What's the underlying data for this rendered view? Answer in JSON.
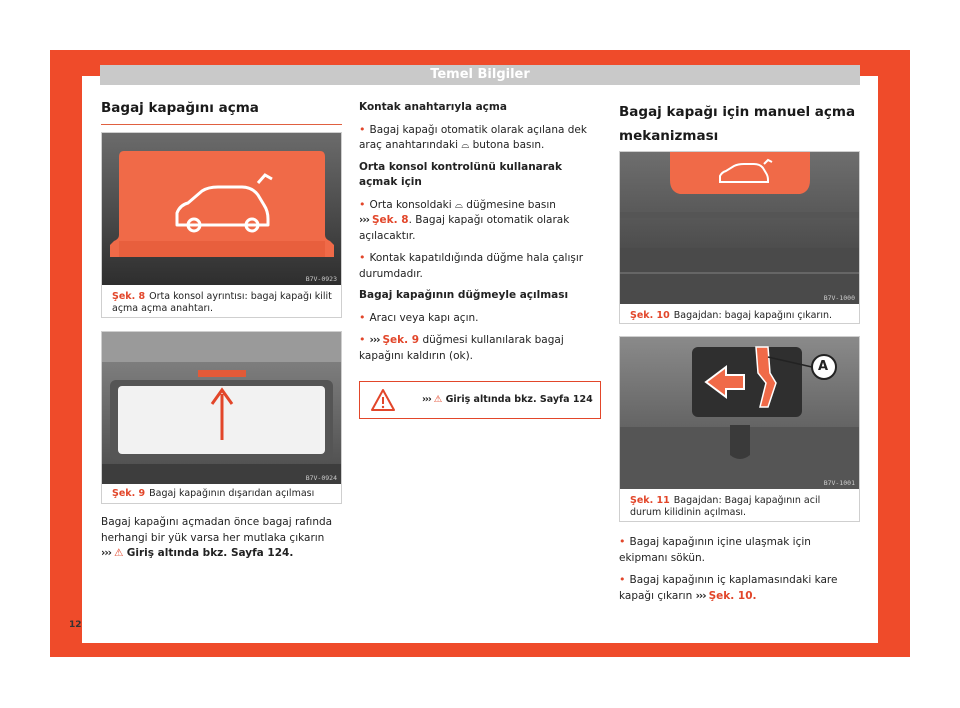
{
  "header": {
    "title": "Temel Bilgiler"
  },
  "page_number": "12",
  "col1": {
    "title": "Bagaj kapağını açma",
    "fig8": {
      "num": "Şek. 8",
      "caption": "Orta konsol ayrıntısı: bagaj kapağı kilit açma açma anahtarı.",
      "code": "B7V-0923"
    },
    "fig9": {
      "num": "Şek. 9",
      "caption": "Bagaj kapağının dışarıdan açılması",
      "code": "B7V-0924"
    },
    "para": "Bagaj kapağını açmadan önce bagaj rafında herhangi bir yük varsa her mutlaka çıkarın",
    "para_ref": "Giriş altında bkz. Sayfa 124."
  },
  "col2": {
    "h1": "Kontak anahtarıyla açma",
    "b1": "Bagaj kapağı otomatik olarak açılana dek araç anahtarındaki",
    "b1_end": "butona basın.",
    "h2": "Orta konsol kontrolünü kullanarak açmak için",
    "b2": "Orta konsoldaki",
    "b2_mid": "düğmesine basın",
    "b2_ref": "Şek. 8",
    "b2_end": ". Bagaj kapağı otomatik olarak açılacaktır.",
    "b3": "Kontak kapatıldığında düğme hala çalışır durumdadır.",
    "h3": "Bagaj kapağının düğmeyle açılması",
    "b4": "Aracı veya kapı açın.",
    "b5_ref": "Şek. 9",
    "b5_end": "düğmesi kullanılarak bagaj kapağını kaldırın (ok).",
    "warn": "Giriş altında bkz. Sayfa 124"
  },
  "col3": {
    "title": "Bagaj kapağı için manuel açma mekanizması",
    "fig10": {
      "num": "Şek. 10",
      "caption": "Bagajdan: bagaj kapağını çıkarın.",
      "code": "B7V-1000"
    },
    "fig11": {
      "num": "Şek. 11",
      "caption": "Bagajdan: Bagaj kapağının acil durum kilidinin açılması.",
      "code": "B7V-1001",
      "label_a": "A"
    },
    "b1": "Bagaj kapağının içine ulaşmak için ekipmanı sökün.",
    "b2": "Bagaj kapağının iç kaplamasındaki kare kapağı çıkarın",
    "b2_ref": "Şek. 10."
  },
  "colors": {
    "accent": "#e2462a",
    "frame": "#ef4b2a",
    "header": "#c9c9c9"
  }
}
